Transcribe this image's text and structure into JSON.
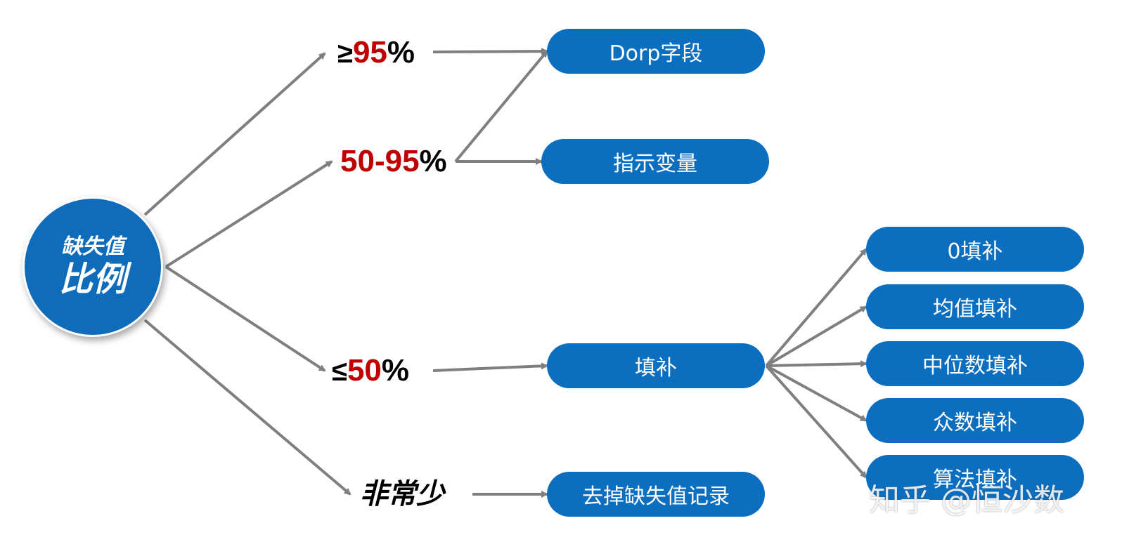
{
  "root": {
    "line1": "缺失值",
    "line2": "比例"
  },
  "conditions": {
    "ge95": {
      "symbol": "≥",
      "number": "95",
      "unit": "%"
    },
    "mid": {
      "number": "50-95",
      "unit": "%"
    },
    "le50": {
      "symbol": "≤",
      "number": "50",
      "unit": "%"
    },
    "few": {
      "label": "非常少"
    }
  },
  "actions": {
    "drop": "Dorp字段",
    "indicator": "指示变量",
    "fill": "填补",
    "remove": "去掉缺失值记录"
  },
  "fill_methods": [
    "0填补",
    "均值填补",
    "中位数填补",
    "众数填补",
    "算法填补"
  ],
  "watermark": "知乎 @恒沙数",
  "colors": {
    "node_blue": "#0b6ebf",
    "highlight_red": "#c00000",
    "arrow_gray": "#7f7f7f"
  }
}
